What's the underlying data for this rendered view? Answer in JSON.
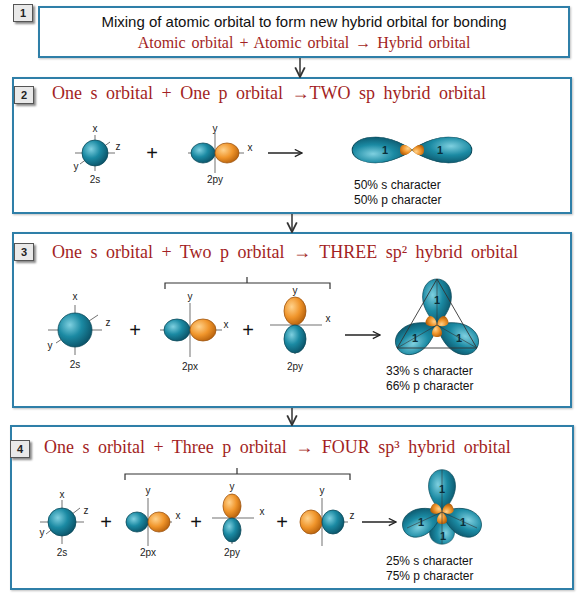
{
  "diagram": {
    "nodes": [
      {
        "text": [
          "1"
        ]
      },
      {
        "text": [
          "Mixing of atomic orbital to form new hybrid orbital for bonding",
          "Atomic orbital + Atomic orbital → Hybrid orbital"
        ]
      },
      {
        "text": [
          "2"
        ]
      },
      {
        "text": [
          "One s orbital + One p orbital →TWO sp hybrid orbital",
          "50% s character",
          "50% p character"
        ]
      },
      {
        "text": [
          "3"
        ]
      },
      {
        "text": [
          "One s orbital + Two p orbital → THREE sp² hybrid orbital",
          "33% s character",
          "66% p character"
        ]
      },
      {
        "text": [
          "4"
        ]
      },
      {
        "text": [
          "One s orbital + Three p orbital → FOUR sp³ hybrid orbital",
          "25% s character",
          "75% p character"
        ]
      }
    ],
    "edges": [
      {
        "from": 1,
        "to": 3,
        "arrow": "to"
      },
      {
        "from": 3,
        "to": 5,
        "arrow": "to"
      },
      {
        "from": 5,
        "to": 7,
        "arrow": "to"
      }
    ],
    "labels": [
      "x",
      "y",
      "z",
      "2s",
      "+",
      "y",
      "x",
      "2py",
      "1",
      "1",
      "x",
      "y",
      "z",
      "2s",
      "+",
      "y",
      "x",
      "2px",
      "+",
      "y",
      "x",
      "2py",
      "1",
      "1",
      "1",
      "x",
      "y",
      "z",
      "2s",
      "+",
      "y",
      "x",
      "2px",
      "+",
      "y",
      "x",
      "2py",
      "+",
      "y",
      "z",
      "1",
      "1",
      "1",
      "1"
    ]
  }
}
